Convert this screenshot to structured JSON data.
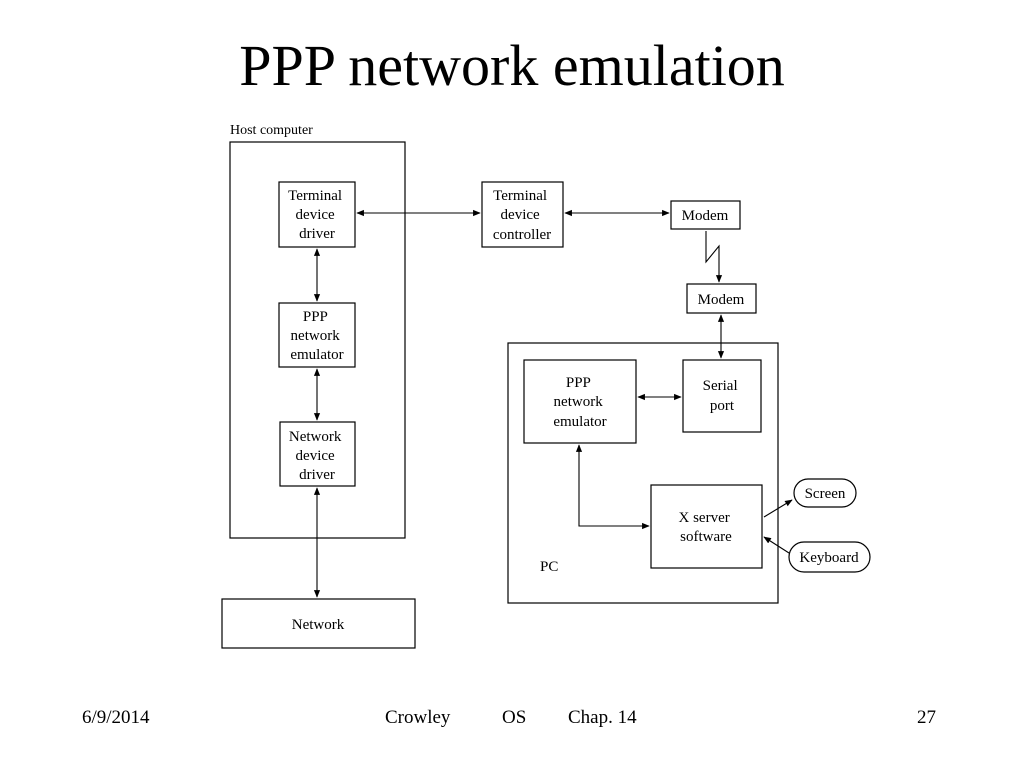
{
  "slide": {
    "title": "PPP network emulation"
  },
  "diagram": {
    "host_label": "Host computer",
    "pc_label": "PC",
    "terminal_device_driver": [
      "Terminal",
      "device",
      "driver"
    ],
    "ppp_host": [
      "PPP",
      "network",
      "emulator"
    ],
    "network_device_driver": [
      "Network",
      "device",
      "driver"
    ],
    "network": "Network",
    "terminal_device_controller": [
      "Terminal",
      "device",
      "controller"
    ],
    "modem_top": "Modem",
    "modem_bottom": "Modem",
    "ppp_pc": [
      "PPP",
      "network",
      "emulator"
    ],
    "serial_port": [
      "Serial",
      "port"
    ],
    "x_server": [
      "X server",
      "software"
    ],
    "screen": "Screen",
    "keyboard": "Keyboard"
  },
  "footer": {
    "date": "6/9/2014",
    "author": "Crowley",
    "course": "OS",
    "chapter": "Chap. 14",
    "page": "27"
  }
}
